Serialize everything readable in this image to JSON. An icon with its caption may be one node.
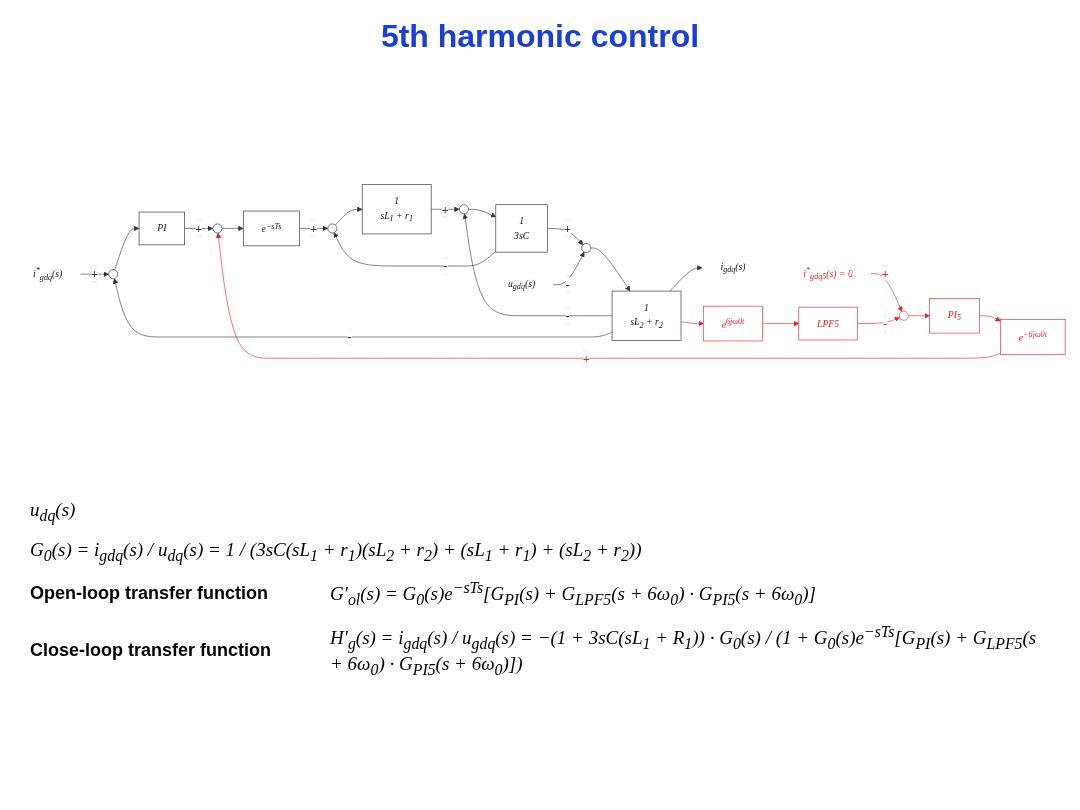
{
  "diagram": {
    "title": "5th harmonic control",
    "nodes": [
      {
        "text": [
          "i$^{*}$$_{gdq}$(s)"
        ]
      },
      {
        "text": [],
        "shape": "circle"
      },
      {
        "text": [
          "PI"
        ]
      },
      {
        "text": [],
        "shape": "circle"
      },
      {
        "text": [
          "e$^{−sTs}$"
        ]
      },
      {
        "text": [],
        "shape": "circle"
      },
      {
        "text": [
          "1",
          "sL$_{1}$ + r$_{1}$"
        ]
      },
      {
        "text": [],
        "shape": "circle"
      },
      {
        "text": [
          "1",
          "3sC"
        ]
      },
      {
        "text": [],
        "shape": "circle"
      },
      {
        "text": [
          "1",
          "sL$_{2}$ + r$_{2}$"
        ]
      },
      {
        "text": [
          "i$_{gdq}$(s)"
        ]
      },
      {
        "text": [
          "u$_{gdq}$(s)"
        ]
      },
      {
        "text": [
          "i$^{*}$$_{gdq5}$(s) = 0"
        ]
      },
      {
        "text": [],
        "shape": "circle"
      },
      {
        "text": [
          "PI$_{5}$"
        ]
      },
      {
        "text": [
          "e$^{−6jω0t}$"
        ]
      },
      {
        "text": [
          "LPF5"
        ]
      },
      {
        "text": [
          "e$^{6jω0t}$"
        ]
      }
    ],
    "edges": [
      {
        "from": 0,
        "to": 1,
        "arrow": "to",
        "label": "+"
      },
      {
        "from": 1,
        "to": 2,
        "arrow": "to"
      },
      {
        "from": 2,
        "to": 3,
        "arrow": "to",
        "label": "+"
      },
      {
        "from": 3,
        "to": 4,
        "arrow": "to"
      },
      {
        "from": 4,
        "to": 5,
        "arrow": "to",
        "label": "+"
      },
      {
        "from": 5,
        "to": 6,
        "arrow": "to"
      },
      {
        "from": 6,
        "to": 7,
        "arrow": "to",
        "label": "+"
      },
      {
        "from": 7,
        "to": 8,
        "arrow": "to"
      },
      {
        "from": 8,
        "to": 9,
        "arrow": "to",
        "label": "+"
      },
      {
        "from": 9,
        "to": 10,
        "arrow": "to"
      },
      {
        "from": 10,
        "to": 11,
        "arrow": "to"
      },
      {
        "from": 12,
        "to": 9,
        "arrow": "to",
        "label": "-"
      },
      {
        "from": 8,
        "to": 5,
        "arrow": "to",
        "label": "-"
      },
      {
        "from": 10,
        "to": 7,
        "arrow": "to",
        "label": "-"
      },
      {
        "from": 10,
        "to": 1,
        "arrow": "to",
        "label": "-"
      },
      {
        "from": 13,
        "to": 14,
        "arrow": "to",
        "label": "+",
        "color": "#ee1c1c"
      },
      {
        "from": 14,
        "to": 15,
        "arrow": "to",
        "color": "#ee1c1c"
      },
      {
        "from": 15,
        "to": 16,
        "arrow": "to",
        "color": "#ee1c1c"
      },
      {
        "from": 16,
        "to": 3,
        "arrow": "to",
        "label": "+",
        "color": "#ee1c1c"
      },
      {
        "from": 10,
        "to": 18,
        "arrow": "to",
        "color": "#ee1c1c"
      },
      {
        "from": 18,
        "to": 17,
        "arrow": "to",
        "color": "#ee1c1c"
      },
      {
        "from": 17,
        "to": 14,
        "arrow": "to",
        "label": "-",
        "color": "#ee1c1c"
      }
    ],
    "labels": [
      "u$_{dq}$(s)",
      "G$_{0}$(s) = i$_{gdq}$(s) / u$_{dq}$(s) = 1 / (3sC(sL$_{1}$ + r$_{1}$)(sL$_{2}$ + r$_{2}$) + (sL$_{1}$ + r$_{1}$) + (sL$_{2}$ + r$_{2}$))",
      "Open-loop transfer function",
      "G′$_{ol}$(s) = G$_{0}$(s)e$^{−sTs}$[G$_{PI}$(s) + G$_{LPF5}$(s + 6ω$_{0}$) · G$_{PI5}$(s + 6ω$_{0}$)]",
      "Close-loop transfer function",
      "H′$_{g}$(s) = i$_{gdq}$(s) / u$_{gdq}$(s) = −(1 + 3sC(sL$_{1}$ + R$_{1}$)) · G$_{0}$(s) / (1 + G$_{0}$(s)e$^{−sTs}$[G$_{PI}$(s) + G$_{LPF5}$(s + 6ω$_{0}$) · G$_{PI5}$(s + 6ω$_{0}$)])"
    ]
  }
}
